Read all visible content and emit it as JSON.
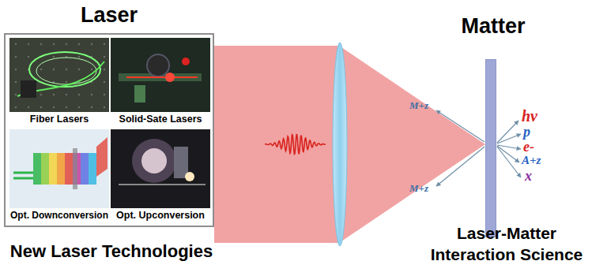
{
  "diagram": {
    "nodes": [
      {
        "text": [
          "Laser",
          "New Laser Technologies"
        ]
      },
      {
        "text": [
          "Fiber Lasers"
        ],
        "in": 0
      },
      {
        "text": [
          "Solid-Sate Lasers"
        ],
        "in": 0
      },
      {
        "text": [
          "Opt. Downconversion"
        ],
        "in": 0
      },
      {
        "text": [
          "Opt. Upconversion"
        ],
        "in": 0
      },
      {
        "text": [
          "Matter",
          "Laser-Matter Interaction Science"
        ]
      }
    ],
    "labels": [
      "M+z",
      "M+z",
      "hν",
      "p",
      "e-",
      "A+z",
      "x"
    ]
  }
}
